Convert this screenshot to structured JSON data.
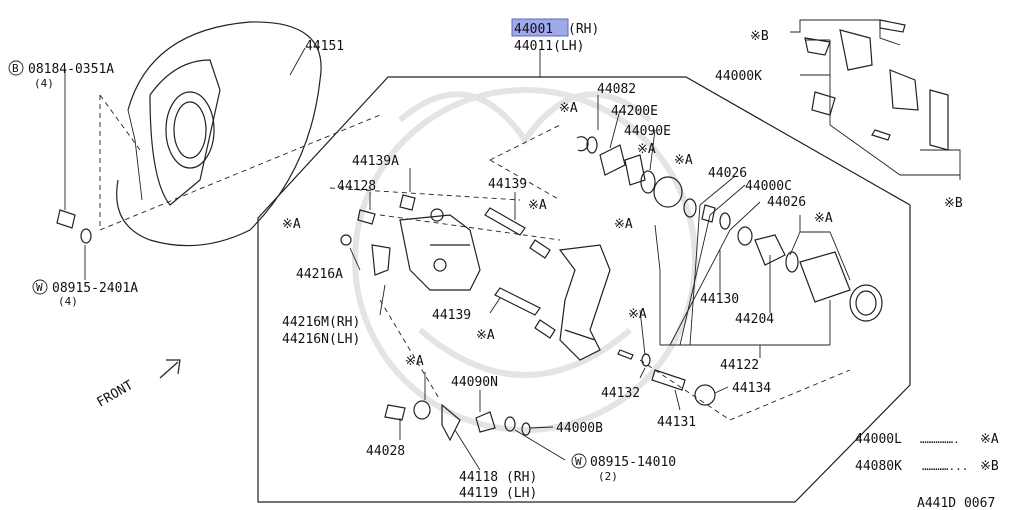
{
  "parts": {
    "p44001": "44001",
    "p44001_side": "(RH)",
    "p44011": "44011(LH)",
    "p44151": "44151",
    "p08184": "08184-0351A",
    "p08184_qty": "(4)",
    "p08915a": "08915-2401A",
    "p08915a_qty": "(4)",
    "p44139A": "44139A",
    "p44128": "44128",
    "p44216A": "44216A",
    "p44216M": "44216M(RH)",
    "p44216N": "44216N(LH)",
    "p44139_top": "44139",
    "p44139_bot": "44139",
    "p44082": "44082",
    "p44200E": "44200E",
    "p44090E": "44090E",
    "p44026_top": "44026",
    "p44000C": "44000C",
    "p44026_bot": "44026",
    "p44000K": "44000K",
    "p44130": "44130",
    "p44204": "44204",
    "p44122": "44122",
    "p44132": "44132",
    "p44131": "44131",
    "p44134": "44134",
    "p44090N": "44090N",
    "p44000B": "44000B",
    "p08915b": "08915-14010",
    "p08915b_qty": "(2)",
    "p44118": "44118 (RH)",
    "p44119": "44119 (LH)",
    "p44028": "44028"
  },
  "markers": {
    "a": "※A",
    "b": "※B",
    "circle_b": "B",
    "circle_w": "W"
  },
  "legend": {
    "row1_part": "44000L",
    "row1_mark": "※A",
    "row2_part": "44080K",
    "row2_mark": "※B"
  },
  "front_label": "FRONT",
  "diagram_code": "A441D 0067",
  "colors": {
    "highlight": "#9fa8e8",
    "ink": "#111111"
  }
}
